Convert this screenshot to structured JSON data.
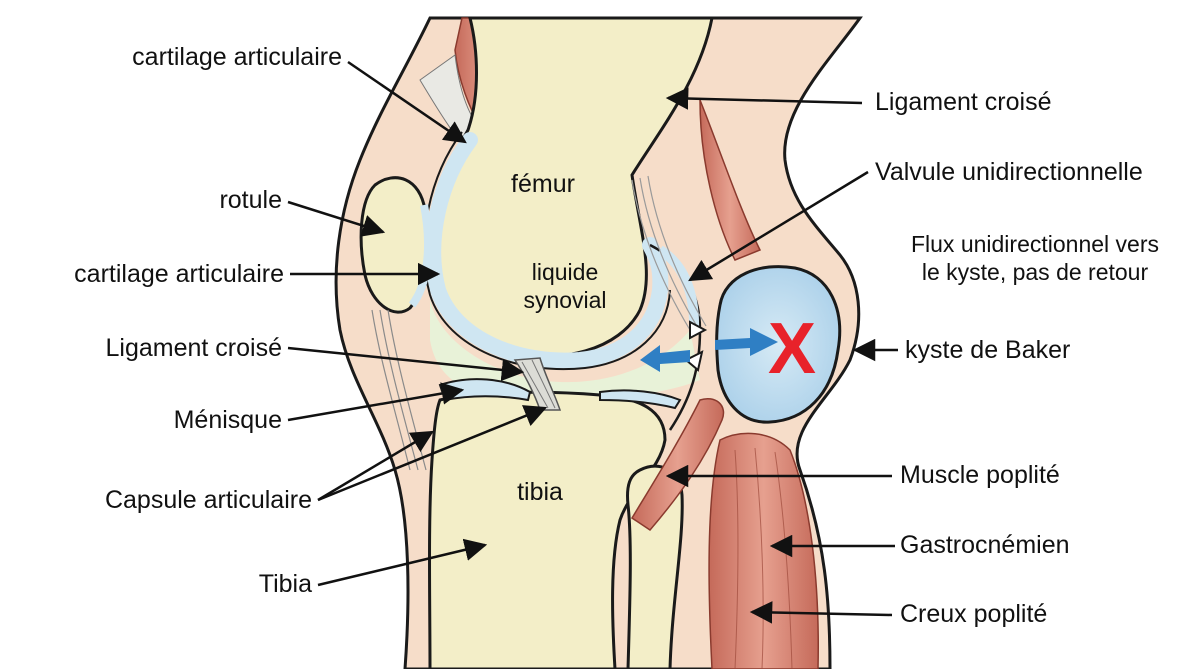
{
  "colors": {
    "skin": "#f6ddc9",
    "skin_outline": "#1a1a1a",
    "bone": "#f3eec8",
    "cartilage": "#cfe6f2",
    "synovial": "#e8f2d8",
    "muscle": "#d88a7a",
    "muscle_dark": "#b85a4a",
    "cyst": "#b9d9ef",
    "arrow_flow": "#2f7fc4",
    "cross": "#e8222a"
  },
  "structures": {
    "femur": "fémur",
    "synovial_fluid": "liquide\nsynovial",
    "tibia_bone": "tibia"
  },
  "labels_left": {
    "cartilage_top": "cartilage articulaire",
    "patella": "rotule",
    "cartilage_mid": "cartilage articulaire",
    "cruciate_left": "Ligament croisé",
    "meniscus": "Ménisque",
    "capsule": "Capsule articulaire",
    "tibia": "Tibia"
  },
  "labels_right": {
    "cruciate_right": "Ligament croisé",
    "valve": "Valvule unidirectionnelle",
    "flow_note": "Flux unidirectionnel vers\nle kyste, pas de retour",
    "baker_cyst": "kyste de Baker",
    "popliteus": "Muscle poplité",
    "gastrocnemius": "Gastrocnémien",
    "popliteal_fossa": "Creux poplité"
  },
  "no_return_mark": "X",
  "icons": {
    "flow_arrow": "double-headed-flow-arrow",
    "no_return": "red-x-mark"
  }
}
